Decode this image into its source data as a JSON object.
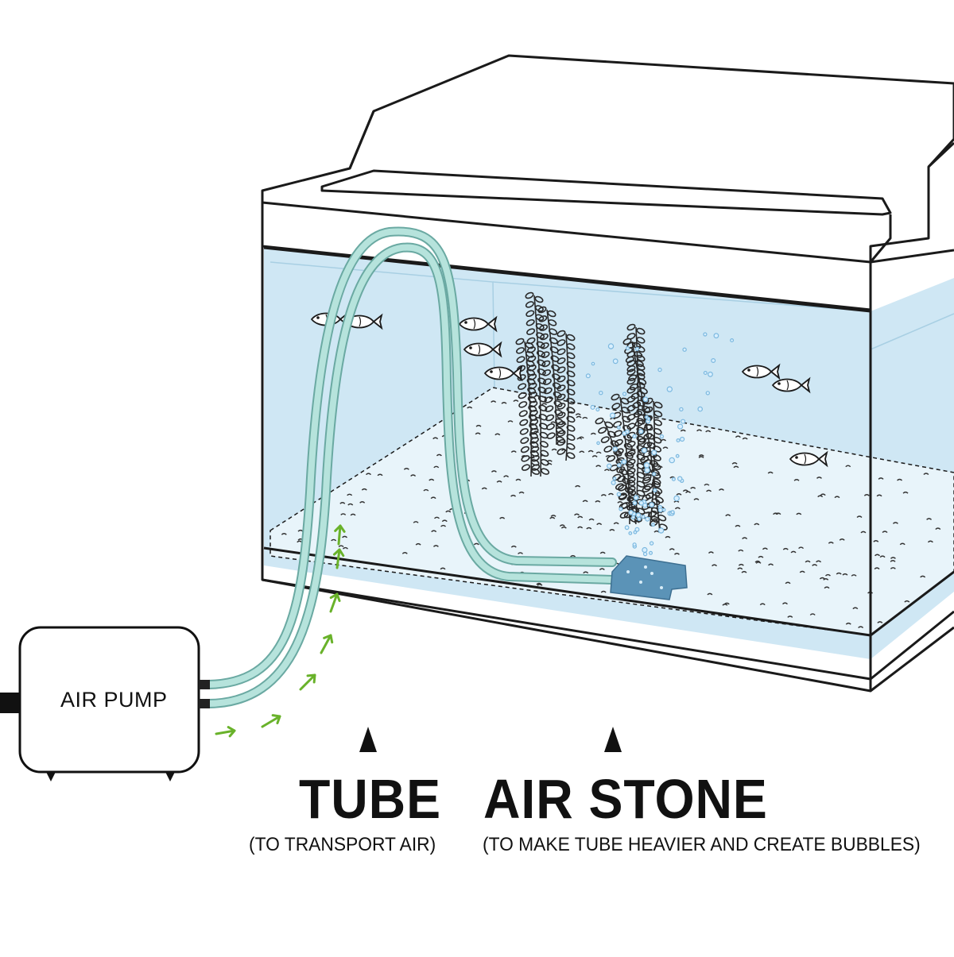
{
  "labels": {
    "air_pump": "AIR PUMP",
    "tube_title": "TUBE",
    "tube_caption": "(TO TRANSPORT AIR)",
    "air_stone_title": "AIR STONE",
    "air_stone_caption": "(TO MAKE TUBE HEAVIER AND CREATE BUBBLES)"
  },
  "colors": {
    "outline": "#1a1a1a",
    "water": "#cfe7f4",
    "water_edge": "#bfe0f1",
    "tube": "#a9dcd4",
    "air_stone": "#5b93b7",
    "bubbles": "#8cc4e6",
    "arrows": "#69b22a",
    "plants": "#2a2a2a"
  },
  "icons": {
    "pointer": "triangle-up-icon",
    "flow": "arrow-icon"
  }
}
